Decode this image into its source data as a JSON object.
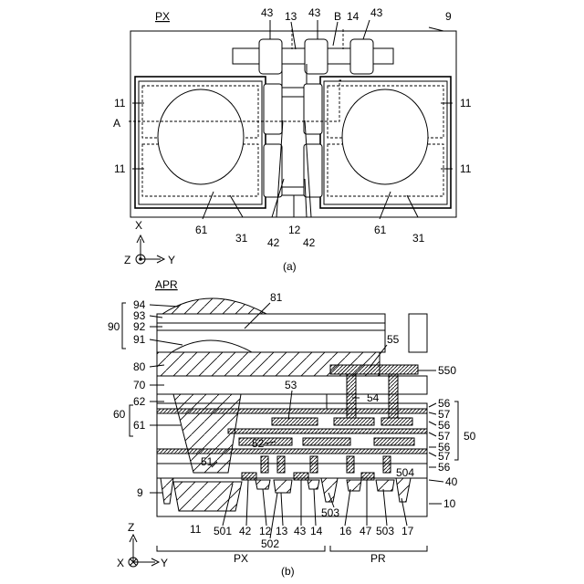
{
  "figure_a": {
    "caption": "(a)",
    "region_label": "PX",
    "labels": {
      "l43a": "43",
      "l13": "13",
      "l43b": "43",
      "lB": "B",
      "l14": "14",
      "l43c": "43",
      "l9": "9",
      "l11_ul": "11",
      "lA": "A",
      "l11_ll": "11",
      "l11_ur": "11",
      "l11_lr": "11",
      "l61_l": "61",
      "l31_l": "31",
      "l42_l": "42",
      "l12": "12",
      "l42_r": "42",
      "l61_r": "61",
      "l31_r": "31"
    },
    "axes": {
      "x": "X",
      "y": "Y",
      "z": "Z"
    }
  },
  "figure_b": {
    "caption": "(b)",
    "region_label": "APR",
    "region_px": "PX",
    "region_pr": "PR",
    "labels": {
      "l94": "94",
      "l93": "93",
      "l92": "92",
      "l90": "90",
      "l91": "91",
      "l80": "80",
      "l70": "70",
      "l62": "62",
      "l60": "60",
      "l61": "61",
      "l51": "51",
      "l9": "9",
      "l81": "81",
      "l55": "55",
      "l550": "550",
      "l53": "53",
      "l54": "54",
      "l52": "52",
      "l56a": "56",
      "l57a": "57",
      "l56b": "56",
      "l57b": "57",
      "l56c": "56",
      "l57c": "57",
      "l56d": "56",
      "l50": "50",
      "l504": "504",
      "l40": "40",
      "l10": "10",
      "l11": "11",
      "l501": "501",
      "l42": "42",
      "l12": "12",
      "l13": "13",
      "l43": "43",
      "l14": "14",
      "l503a": "503",
      "l16": "16",
      "l47": "47",
      "l503b": "503",
      "l17": "17",
      "l502": "502"
    },
    "axes": {
      "z": "Z",
      "x": "X",
      "y": "Y"
    }
  }
}
